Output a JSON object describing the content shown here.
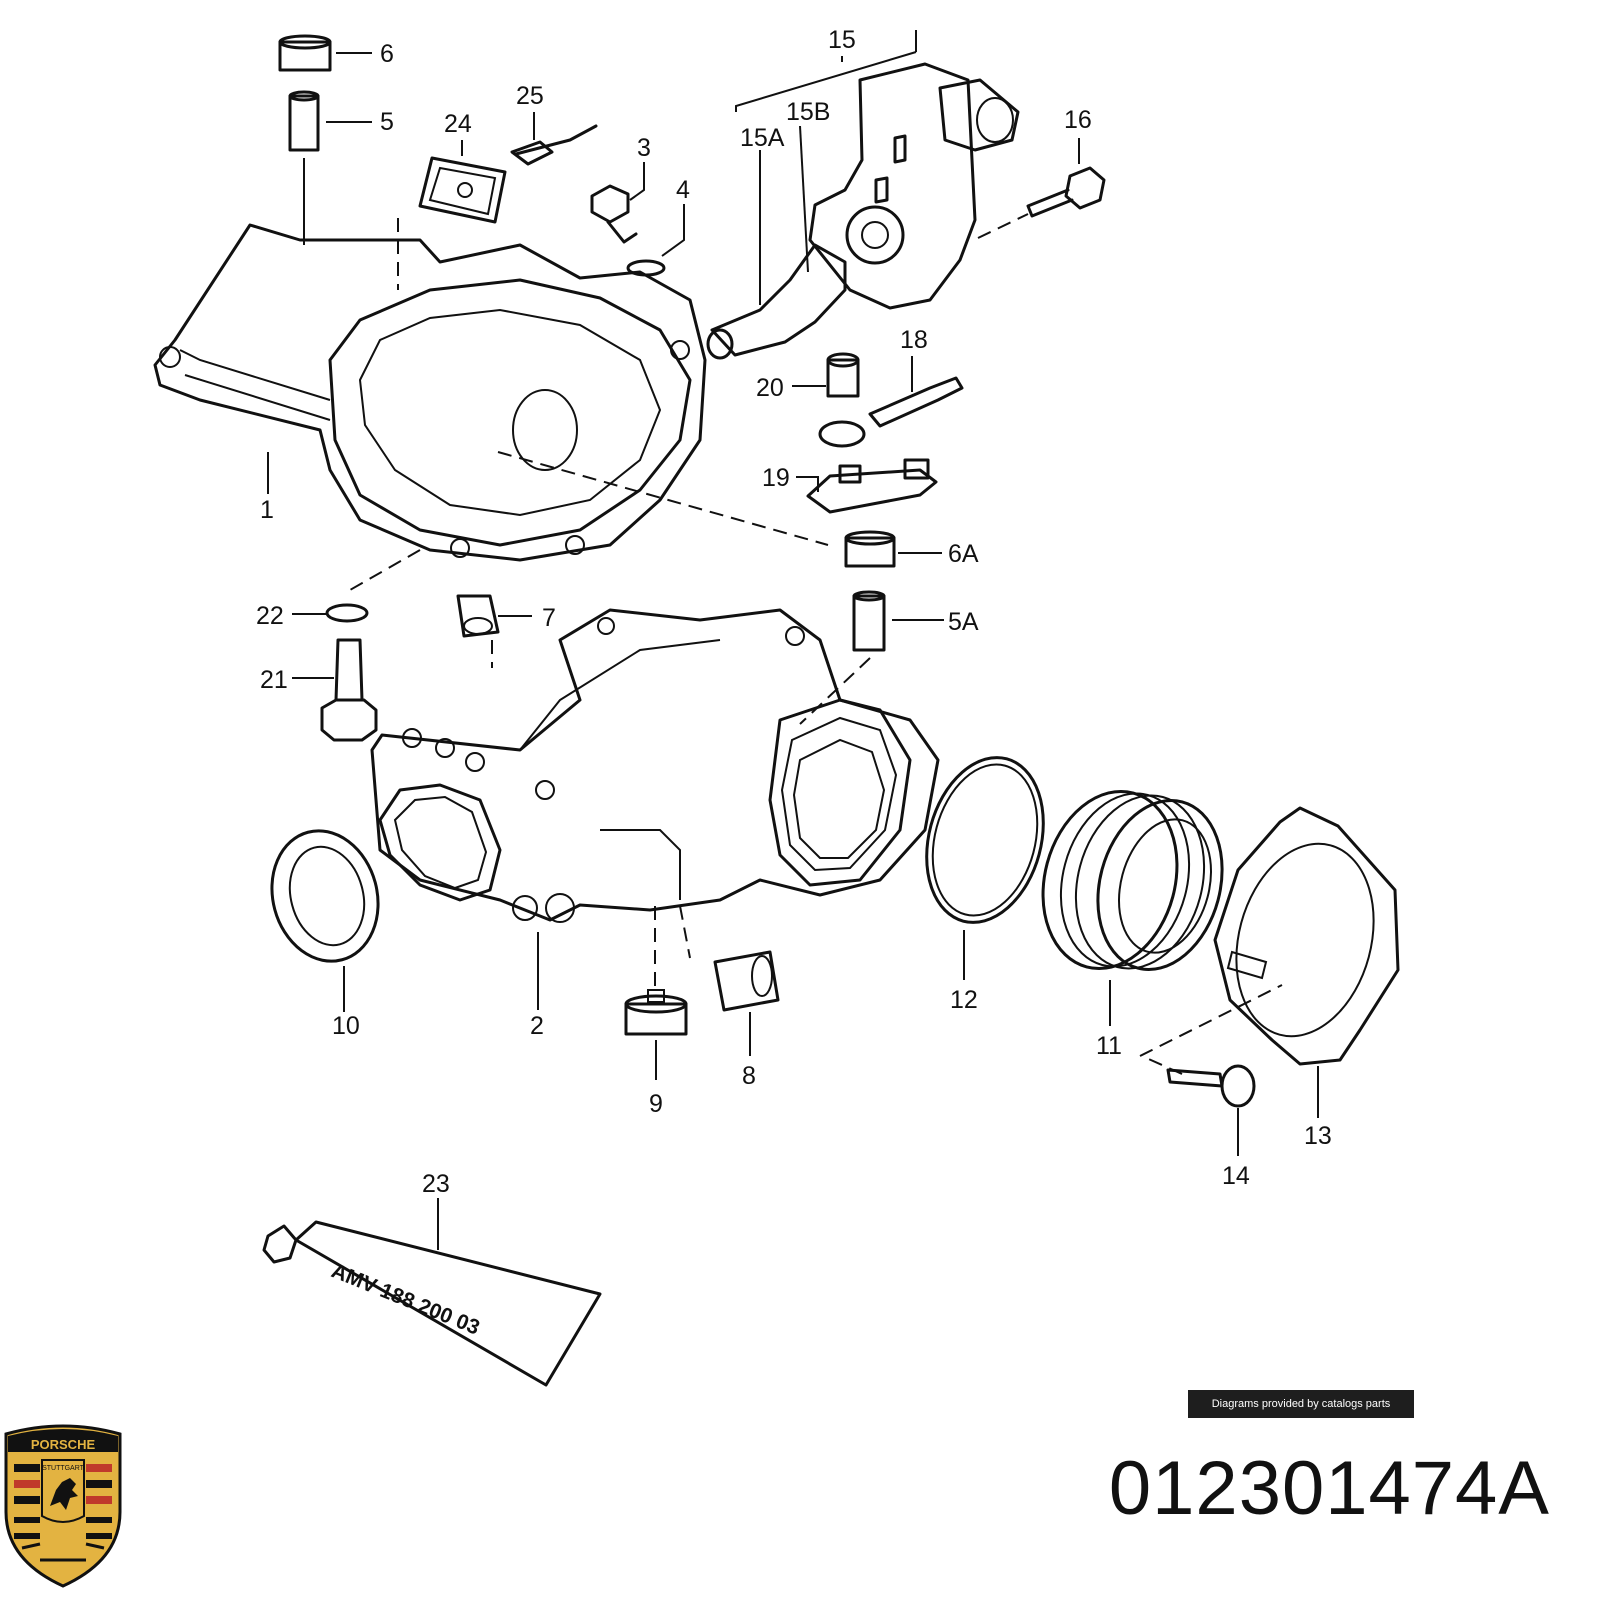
{
  "callouts": {
    "c1": "1",
    "c2": "2",
    "c3": "3",
    "c4": "4",
    "c5": "5",
    "c5A": "5A",
    "c6": "6",
    "c6A": "6A",
    "c7": "7",
    "c8": "8",
    "c9": "9",
    "c10": "10",
    "c11": "11",
    "c12": "12",
    "c13": "13",
    "c14": "14",
    "c15": "15",
    "c15A": "15A",
    "c15B": "15B",
    "c16": "16",
    "c18": "18",
    "c19": "19",
    "c20": "20",
    "c21": "21",
    "c22": "22",
    "c23": "23",
    "c24": "24",
    "c25": "25"
  },
  "tube_marking": "AMV 188 200 03",
  "credit": "Diagrams provided by catalogs parts",
  "part_number": "012301474A",
  "logo": {
    "brand_text": "PORSCHE",
    "city_text": "STUTTGART",
    "colors": {
      "gold": "#e3b341",
      "red": "#c0392b",
      "black": "#111111"
    }
  }
}
